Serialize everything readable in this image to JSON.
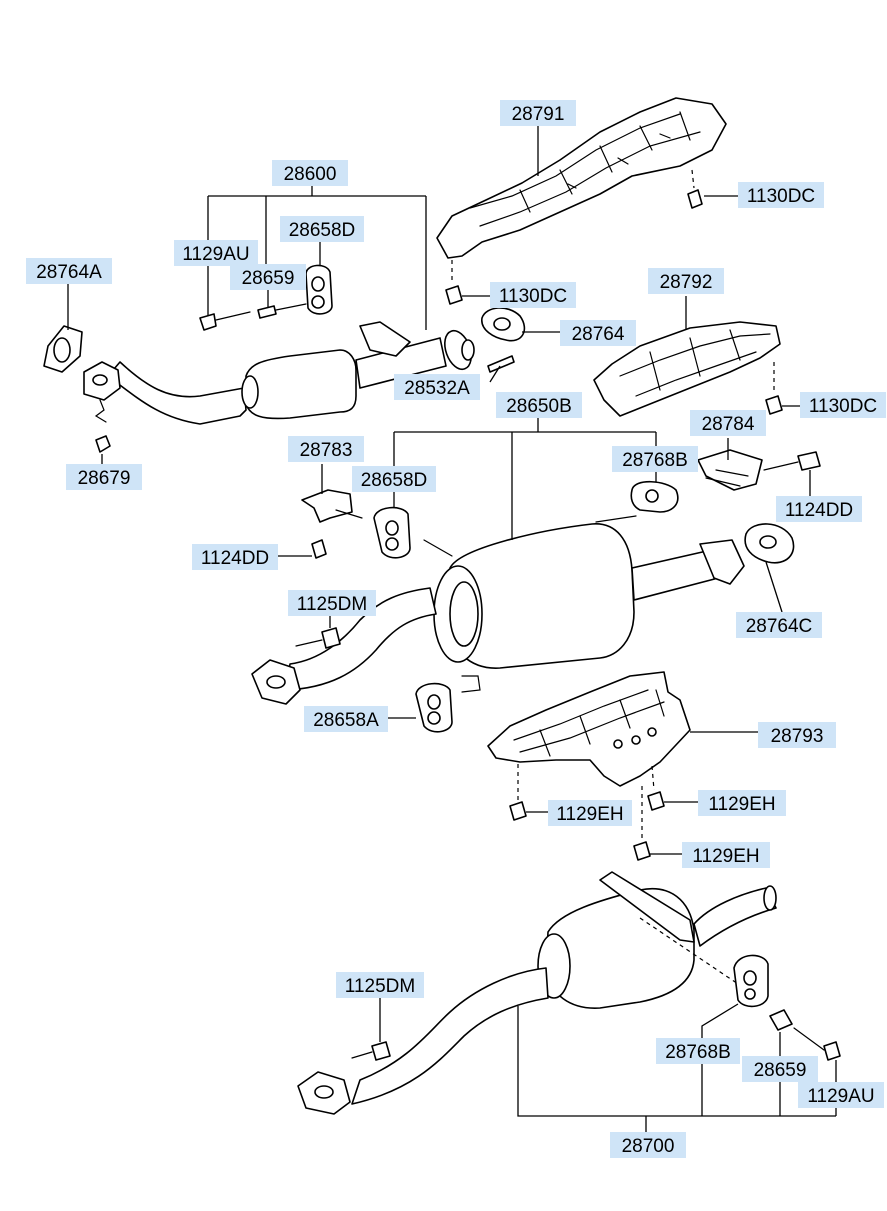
{
  "colors": {
    "label_highlight": "#cfe4f7",
    "line": "#000000",
    "background": "#ffffff"
  },
  "labels": {
    "l_28791": "28791",
    "l_1130DC_a": "1130DC",
    "l_28600": "28600",
    "l_28658D_a": "28658D",
    "l_1129AU_a": "1129AU",
    "l_28659_a": "28659",
    "l_28764A": "28764A",
    "l_1130DC_b": "1130DC",
    "l_28764": "28764",
    "l_28792": "28792",
    "l_28532A": "28532A",
    "l_28650B": "28650B",
    "l_1130DC_c": "1130DC",
    "l_28679": "28679",
    "l_28783": "28783",
    "l_28784": "28784",
    "l_28768B_a": "28768B",
    "l_28658D_b": "28658D",
    "l_1124DD_a": "1124DD",
    "l_1124DD_b": "1124DD",
    "l_1125DM_a": "1125DM",
    "l_28764C": "28764C",
    "l_28658A": "28658A",
    "l_28793": "28793",
    "l_1129EH_a": "1129EH",
    "l_1129EH_b": "1129EH",
    "l_1129EH_c": "1129EH",
    "l_1125DM_b": "1125DM",
    "l_28768B_b": "28768B",
    "l_28659_b": "28659",
    "l_1129AU_b": "1129AU",
    "l_28700": "28700"
  }
}
